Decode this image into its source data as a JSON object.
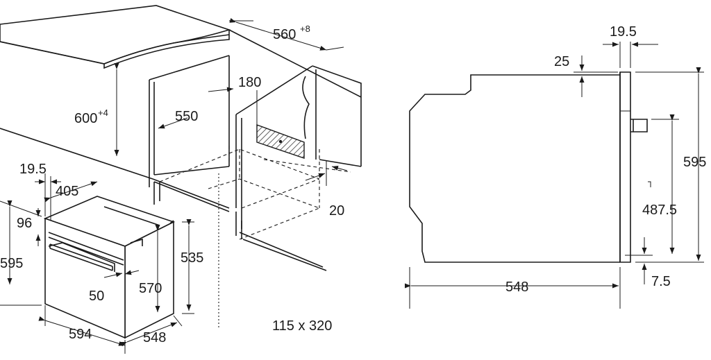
{
  "install": {
    "dim_560": "560",
    "dim_560_sup": "+8",
    "dim_180": "180",
    "dim_600": "600",
    "dim_600_sup": "+4",
    "dim_550": "550",
    "dim_20": "20",
    "cutout": "115 x 320"
  },
  "appliance": {
    "dim_19_5": "19.5",
    "dim_405": "405",
    "dim_96": "96",
    "dim_595": "595",
    "dim_535": "535",
    "dim_570": "570",
    "dim_50": "50",
    "dim_594": "594",
    "dim_548": "548"
  },
  "side": {
    "dim_19_5": "19.5",
    "dim_25": "25",
    "dim_595": "595",
    "dim_487_5": "487.5",
    "dim_548": "548",
    "dim_7_5": "7.5"
  }
}
